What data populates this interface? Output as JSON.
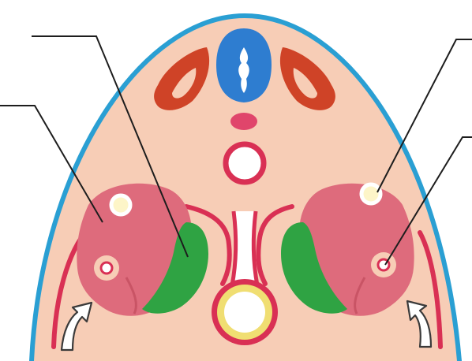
{
  "figure": {
    "colors": {
      "background": "#ffffff",
      "body_wall": "#f7cdb6",
      "ectoderm": "#2a9fd3",
      "somite": "#cf4327",
      "neural_tube": "#2e7dd0",
      "notochord": "#e0456b",
      "aorta_wall": "#d93054",
      "mesonephros": "#de6b7c",
      "mesonephros_dark": "#c95465",
      "gonad": "#2fa343",
      "gut_ring": "#f0de72",
      "gut_wall": "#d93054",
      "tubule_fill": "#fdf5c8",
      "arrow_fill": "#ffffff",
      "arrow_stroke": "#3a3a3a",
      "leader_line": "#1d1d1d"
    },
    "structures": [
      {
        "name": "ectoderm-outline"
      },
      {
        "name": "left-somite"
      },
      {
        "name": "right-somite"
      },
      {
        "name": "neural-tube"
      },
      {
        "name": "notochord"
      },
      {
        "name": "dorsal-aorta"
      },
      {
        "name": "left-mesonephros"
      },
      {
        "name": "right-mesonephros"
      },
      {
        "name": "left-genital-ridge"
      },
      {
        "name": "right-genital-ridge"
      },
      {
        "name": "gut-tube"
      }
    ]
  }
}
